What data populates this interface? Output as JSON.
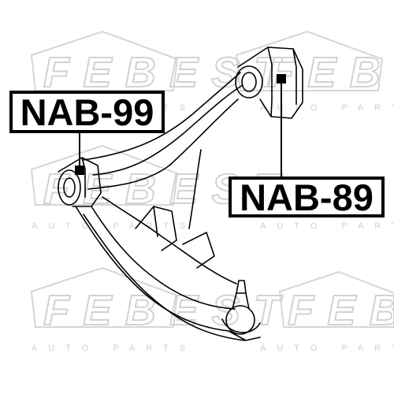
{
  "diagram": {
    "callouts": [
      {
        "id": "left",
        "text": "NAB-99"
      },
      {
        "id": "right",
        "text": "NAB-89"
      }
    ],
    "watermark": {
      "brand": "FEBEST",
      "tagline": "AUTO PARTS",
      "color": "#d2d2d2",
      "logo_mark": "pentagon-outline"
    },
    "line_color": "#000000",
    "marker_color": "#000000"
  }
}
